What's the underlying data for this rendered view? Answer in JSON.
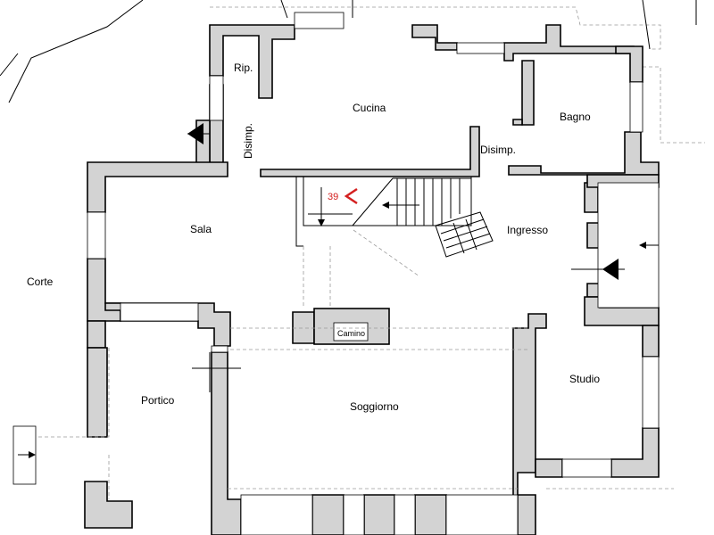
{
  "rooms": {
    "rip": "Rip.",
    "cucina": "Cucina",
    "bagno": "Bagno",
    "disimp_vertical": "Disimp.",
    "disimp": "Disimp.",
    "sala": "Sala",
    "ingresso": "Ingresso",
    "corte": "Corte",
    "camino": "Camino",
    "portico": "Portico",
    "soggiorno": "Soggiorno",
    "studio": "Studio"
  },
  "stair": {
    "step_number": "39",
    "arrow_color": "#d42020"
  },
  "colors": {
    "wall_fill": "#d3d3d3",
    "line": "#000000",
    "background": "#ffffff"
  }
}
